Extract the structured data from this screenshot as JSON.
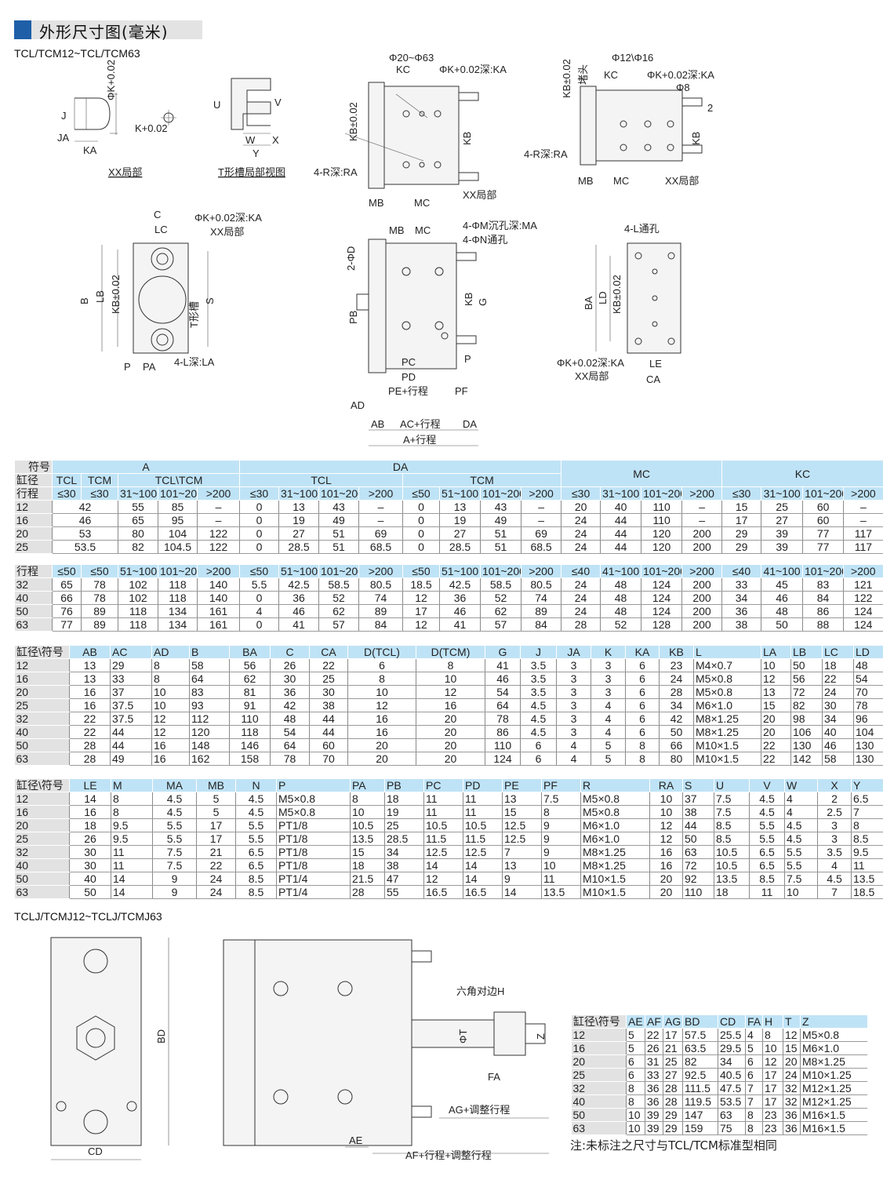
{
  "header": {
    "title": "外形尺寸图(毫米)",
    "subtitle": "TCL/TCM12~TCL/TCM63",
    "subtitle2": "TCLJ/TCMJ12~TCLJ/TCMJ63"
  },
  "drawings": {
    "v1": {
      "phik": "ΦK+0.02",
      "j": "J",
      "ja": "JA",
      "ka": "KA",
      "k": "K+0.02",
      "caption": "XX局部"
    },
    "v2": {
      "u": "U",
      "v": "V",
      "w": "W",
      "x": "X",
      "y": "Y",
      "caption": "T形槽局部视图"
    },
    "v3": {
      "title": "Φ20~Φ63",
      "kc": "KC",
      "phik": "ΦK+0.02深:KA",
      "kb_tol": "KB±0.02",
      "kb": "KB",
      "r": "4-R深:RA",
      "xx": "XX局部",
      "mb": "MB",
      "mc": "MC"
    },
    "v4": {
      "title": "Φ12\\Φ16",
      "kb_tol": "KB±0.02",
      "plug": "堵头",
      "kc": "KC",
      "phik": "ΦK+0.02深:KA",
      "phi8": "Φ8",
      "two": "2",
      "kb": "KB",
      "r": "4-R深:RA",
      "mb": "MB",
      "mc": "MC",
      "xx": "XX局部"
    },
    "v5": {
      "c": "C",
      "lc": "LC",
      "phik": "ΦK+0.02深:KA",
      "xx": "XX局部",
      "b": "B",
      "lb": "LB",
      "kb_tol": "KB±0.02",
      "tslot": "T形槽",
      "s": "S",
      "p": "P",
      "pa": "PA",
      "l": "4-L深:LA"
    },
    "v6": {
      "mb": "MB",
      "mc": "MC",
      "m": "4-ΦM沉孔深:MA",
      "n": "4-ΦN通孔",
      "d": "2-ΦD",
      "pb": "PB",
      "kb": "KB",
      "g": "G",
      "pc": "PC",
      "pd": "PD",
      "pe": "PE+行程",
      "pf": "PF",
      "p": "P",
      "ad": "AD",
      "ab": "AB",
      "ac": "AC+行程",
      "da": "DA",
      "a": "A+行程"
    },
    "v7": {
      "l": "4-L通孔",
      "ba": "BA",
      "ld": "LD",
      "kb_tol": "KB±0.02",
      "phik": "ΦK+0.02深:KA",
      "xx": "XX局部",
      "le": "LE",
      "ca": "CA"
    },
    "v8": {
      "bd": "BD",
      "cd": "CD",
      "h": "六角对边H",
      "t": "ΦT",
      "z": "Z",
      "fa": "FA",
      "ag": "AG+调整行程",
      "ae": "AE",
      "af": "AF+行程+调整行程"
    }
  },
  "table1": {
    "header": {
      "symbol": "符号",
      "bore": "缸径",
      "stroke": "行程",
      "a": "A",
      "da": "DA",
      "mc": "MC",
      "kc": "KC",
      "a_tcl": "TCL",
      "a_tcm": "TCM",
      "a_both": "TCL\\TCM",
      "da_tcl": "TCL",
      "da_tcm": "TCM"
    },
    "strokes": [
      "≤30",
      "≤30",
      "31~100",
      "101~200",
      ">200",
      "≤30",
      "31~100",
      "101~200",
      ">200",
      "≤50",
      "51~100",
      "101~200",
      ">200",
      "≤30",
      "31~100",
      "101~200",
      ">200",
      "≤30",
      "31~100",
      "101~200",
      ">200"
    ],
    "rows": [
      [
        "12",
        "42",
        "55",
        "85",
        "–",
        "0",
        "13",
        "43",
        "–",
        "0",
        "13",
        "43",
        "–",
        "20",
        "40",
        "110",
        "–",
        "15",
        "25",
        "60",
        "–"
      ],
      [
        "16",
        "46",
        "65",
        "95",
        "–",
        "0",
        "19",
        "49",
        "–",
        "0",
        "19",
        "49",
        "–",
        "24",
        "44",
        "110",
        "–",
        "17",
        "27",
        "60",
        "–"
      ],
      [
        "20",
        "53",
        "80",
        "104",
        "122",
        "0",
        "27",
        "51",
        "69",
        "0",
        "27",
        "51",
        "69",
        "24",
        "44",
        "120",
        "200",
        "29",
        "39",
        "77",
        "117"
      ],
      [
        "25",
        "53.5",
        "82",
        "104.5",
        "122",
        "0",
        "28.5",
        "51",
        "68.5",
        "0",
        "28.5",
        "51",
        "68.5",
        "24",
        "44",
        "120",
        "200",
        "29",
        "39",
        "77",
        "117"
      ]
    ]
  },
  "table2": {
    "stroke_label": "行程",
    "strokes": [
      "≤50",
      "≤50",
      "51~100",
      "101~200",
      ">200",
      "≤50",
      "51~100",
      "101~200",
      ">200",
      "≤50",
      "51~100",
      "101~200",
      ">200",
      "≤40",
      "41~100",
      "101~200",
      ">200",
      "≤40",
      "41~100",
      "101~200",
      ">200"
    ],
    "rows": [
      [
        "32",
        "65",
        "78",
        "102",
        "118",
        "140",
        "5.5",
        "42.5",
        "58.5",
        "80.5",
        "18.5",
        "42.5",
        "58.5",
        "80.5",
        "24",
        "48",
        "124",
        "200",
        "33",
        "45",
        "83",
        "121"
      ],
      [
        "40",
        "66",
        "78",
        "102",
        "118",
        "140",
        "0",
        "36",
        "52",
        "74",
        "12",
        "36",
        "52",
        "74",
        "24",
        "48",
        "124",
        "200",
        "34",
        "46",
        "84",
        "122"
      ],
      [
        "50",
        "76",
        "89",
        "118",
        "134",
        "161",
        "4",
        "46",
        "62",
        "89",
        "17",
        "46",
        "62",
        "89",
        "24",
        "48",
        "124",
        "200",
        "36",
        "48",
        "86",
        "124"
      ],
      [
        "63",
        "77",
        "89",
        "118",
        "134",
        "161",
        "0",
        "41",
        "57",
        "84",
        "12",
        "41",
        "57",
        "84",
        "28",
        "52",
        "128",
        "200",
        "38",
        "50",
        "88",
        "124"
      ]
    ]
  },
  "table3": {
    "columns": [
      "缸径\\符号",
      "AB",
      "AC",
      "AD",
      "B",
      "BA",
      "C",
      "CA",
      "D(TCL)",
      "D(TCM)",
      "G",
      "J",
      "JA",
      "K",
      "KA",
      "KB",
      "L",
      "LA",
      "LB",
      "LC",
      "LD"
    ],
    "rows": [
      [
        "12",
        "13",
        "29",
        "8",
        "58",
        "56",
        "26",
        "22",
        "6",
        "8",
        "41",
        "3.5",
        "3",
        "3",
        "6",
        "23",
        "M4×0.7",
        "10",
        "50",
        "18",
        "48"
      ],
      [
        "16",
        "13",
        "33",
        "8",
        "64",
        "62",
        "30",
        "25",
        "8",
        "10",
        "46",
        "3.5",
        "3",
        "3",
        "6",
        "24",
        "M5×0.8",
        "12",
        "56",
        "22",
        "54"
      ],
      [
        "20",
        "16",
        "37",
        "10",
        "83",
        "81",
        "36",
        "30",
        "10",
        "12",
        "54",
        "3.5",
        "3",
        "3",
        "6",
        "28",
        "M5×0.8",
        "13",
        "72",
        "24",
        "70"
      ],
      [
        "25",
        "16",
        "37.5",
        "10",
        "93",
        "91",
        "42",
        "38",
        "12",
        "16",
        "64",
        "4.5",
        "3",
        "4",
        "6",
        "34",
        "M6×1.0",
        "15",
        "82",
        "30",
        "78"
      ],
      [
        "32",
        "22",
        "37.5",
        "12",
        "112",
        "110",
        "48",
        "44",
        "16",
        "20",
        "78",
        "4.5",
        "3",
        "4",
        "6",
        "42",
        "M8×1.25",
        "20",
        "98",
        "34",
        "96"
      ],
      [
        "40",
        "22",
        "44",
        "12",
        "120",
        "118",
        "54",
        "44",
        "16",
        "20",
        "86",
        "4.5",
        "3",
        "4",
        "6",
        "50",
        "M8×1.25",
        "20",
        "106",
        "40",
        "104"
      ],
      [
        "50",
        "28",
        "44",
        "16",
        "148",
        "146",
        "64",
        "60",
        "20",
        "20",
        "110",
        "6",
        "4",
        "5",
        "8",
        "66",
        "M10×1.5",
        "22",
        "130",
        "46",
        "130"
      ],
      [
        "63",
        "28",
        "49",
        "16",
        "162",
        "158",
        "78",
        "70",
        "20",
        "20",
        "124",
        "6",
        "4",
        "5",
        "8",
        "80",
        "M10×1.5",
        "22",
        "142",
        "58",
        "130"
      ]
    ]
  },
  "table4": {
    "columns": [
      "缸径\\符号",
      "LE",
      "M",
      "MA",
      "MB",
      "N",
      "P",
      "PA",
      "PB",
      "PC",
      "PD",
      "PE",
      "PF",
      "R",
      "RA",
      "S",
      "U",
      "V",
      "W",
      "X",
      "Y"
    ],
    "rows": [
      [
        "12",
        "14",
        "8",
        "4.5",
        "5",
        "4.5",
        "M5×0.8",
        "8",
        "18",
        "11",
        "11",
        "13",
        "7.5",
        "M5×0.8",
        "10",
        "37",
        "7.5",
        "4.5",
        "4",
        "2",
        "6.5"
      ],
      [
        "16",
        "16",
        "8",
        "4.5",
        "5",
        "4.5",
        "M5×0.8",
        "10",
        "19",
        "11",
        "11",
        "15",
        "8",
        "M5×0.8",
        "10",
        "38",
        "7.5",
        "4.5",
        "4",
        "2.5",
        "7"
      ],
      [
        "20",
        "18",
        "9.5",
        "5.5",
        "17",
        "5.5",
        "PT1/8",
        "10.5",
        "25",
        "10.5",
        "10.5",
        "12.5",
        "9",
        "M6×1.0",
        "12",
        "44",
        "8.5",
        "5.5",
        "4.5",
        "3",
        "8"
      ],
      [
        "25",
        "26",
        "9.5",
        "5.5",
        "17",
        "5.5",
        "PT1/8",
        "13.5",
        "28.5",
        "11.5",
        "11.5",
        "12.5",
        "9",
        "M6×1.0",
        "12",
        "50",
        "8.5",
        "5.5",
        "4.5",
        "3",
        "8.5"
      ],
      [
        "32",
        "30",
        "11",
        "7.5",
        "21",
        "6.5",
        "PT1/8",
        "15",
        "34",
        "12.5",
        "12.5",
        "7",
        "9",
        "M8×1.25",
        "16",
        "63",
        "10.5",
        "6.5",
        "5.5",
        "3.5",
        "9.5"
      ],
      [
        "40",
        "30",
        "11",
        "7.5",
        "22",
        "6.5",
        "PT1/8",
        "18",
        "38",
        "14",
        "14",
        "13",
        "10",
        "M8×1.25",
        "16",
        "72",
        "10.5",
        "6.5",
        "5.5",
        "4",
        "11"
      ],
      [
        "50",
        "40",
        "14",
        "9",
        "24",
        "8.5",
        "PT1/4",
        "21.5",
        "47",
        "12",
        "14",
        "9",
        "11",
        "M10×1.5",
        "20",
        "92",
        "13.5",
        "8.5",
        "7.5",
        "4.5",
        "13.5"
      ],
      [
        "63",
        "50",
        "14",
        "9",
        "24",
        "8.5",
        "PT1/4",
        "28",
        "55",
        "16.5",
        "16.5",
        "14",
        "13.5",
        "M10×1.5",
        "20",
        "110",
        "18",
        "11",
        "10",
        "7",
        "18.5"
      ]
    ]
  },
  "table5": {
    "columns": [
      "缸径\\符号",
      "AE",
      "AF",
      "AG",
      "BD",
      "CD",
      "FA",
      "H",
      "T",
      "Z"
    ],
    "rows": [
      [
        "12",
        "5",
        "22",
        "17",
        "57.5",
        "25.5",
        "4",
        "8",
        "12",
        "M5×0.8"
      ],
      [
        "16",
        "5",
        "26",
        "21",
        "63.5",
        "29.5",
        "5",
        "10",
        "15",
        "M6×1.0"
      ],
      [
        "20",
        "6",
        "31",
        "25",
        "82",
        "34",
        "6",
        "12",
        "20",
        "M8×1.25"
      ],
      [
        "25",
        "6",
        "33",
        "27",
        "92.5",
        "40.5",
        "6",
        "17",
        "24",
        "M10×1.25"
      ],
      [
        "32",
        "8",
        "36",
        "28",
        "111.5",
        "47.5",
        "7",
        "17",
        "32",
        "M12×1.25"
      ],
      [
        "40",
        "8",
        "36",
        "28",
        "119.5",
        "53.5",
        "7",
        "17",
        "32",
        "M12×1.25"
      ],
      [
        "50",
        "10",
        "39",
        "29",
        "147",
        "63",
        "8",
        "23",
        "36",
        "M16×1.5"
      ],
      [
        "63",
        "10",
        "39",
        "29",
        "159",
        "75",
        "8",
        "23",
        "36",
        "M16×1.5"
      ]
    ],
    "note": "注:未标注之尺寸与TCL/TCM标准型相同"
  }
}
